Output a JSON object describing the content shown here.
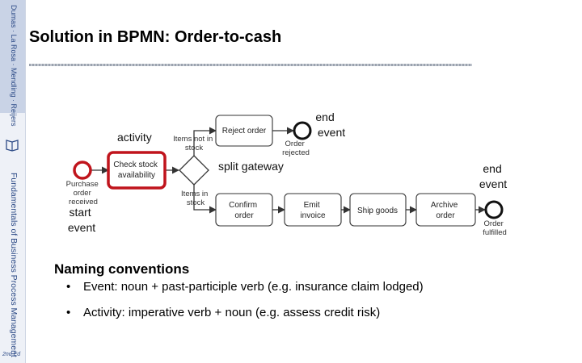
{
  "sidebar": {
    "top_text": "Dumas · La Rosa · Mendling · Reijers",
    "main_text": "Fundamentals of Business Process Management",
    "bottom_text": "2nd Ed",
    "icon": "book-icon"
  },
  "slide": {
    "title": "Solution in BPMN: Order-to-cash"
  },
  "diagram": {
    "tasks": {
      "reject_order": "Reject order",
      "check_stock": [
        "Check stock",
        "availability"
      ],
      "confirm_order": [
        "Confirm",
        "order"
      ],
      "emit_invoice": [
        "Emit",
        "invoice"
      ],
      "ship_goods": "Ship goods",
      "archive_order": [
        "Archive",
        "order"
      ]
    },
    "events": {
      "start": [
        "Purchase",
        "order",
        "received"
      ],
      "end_rejected": [
        "Order",
        "rejected"
      ],
      "end_fulfilled": [
        "Order",
        "fulfilled"
      ]
    },
    "conditions": {
      "not_in_stock": [
        "Items not in",
        "stock"
      ],
      "in_stock": [
        "Items in",
        "stock"
      ]
    },
    "annotations": {
      "activity": "activity",
      "end_event_top": [
        "end",
        "event"
      ],
      "split_gateway": "split gateway",
      "end_event_right": [
        "end",
        "event"
      ],
      "start_event": [
        "start",
        "event"
      ]
    },
    "colors": {
      "highlight": "#c0141c",
      "task_fill": "#ffffff",
      "task_stroke": "#333333",
      "flow": "#333333"
    }
  },
  "conventions": {
    "heading": "Naming conventions",
    "bullet": "•",
    "items": [
      "Event: noun + past-participle verb (e.g. insurance claim lodged)",
      "Activity: imperative verb + noun (e.g. assess credit risk)"
    ]
  }
}
